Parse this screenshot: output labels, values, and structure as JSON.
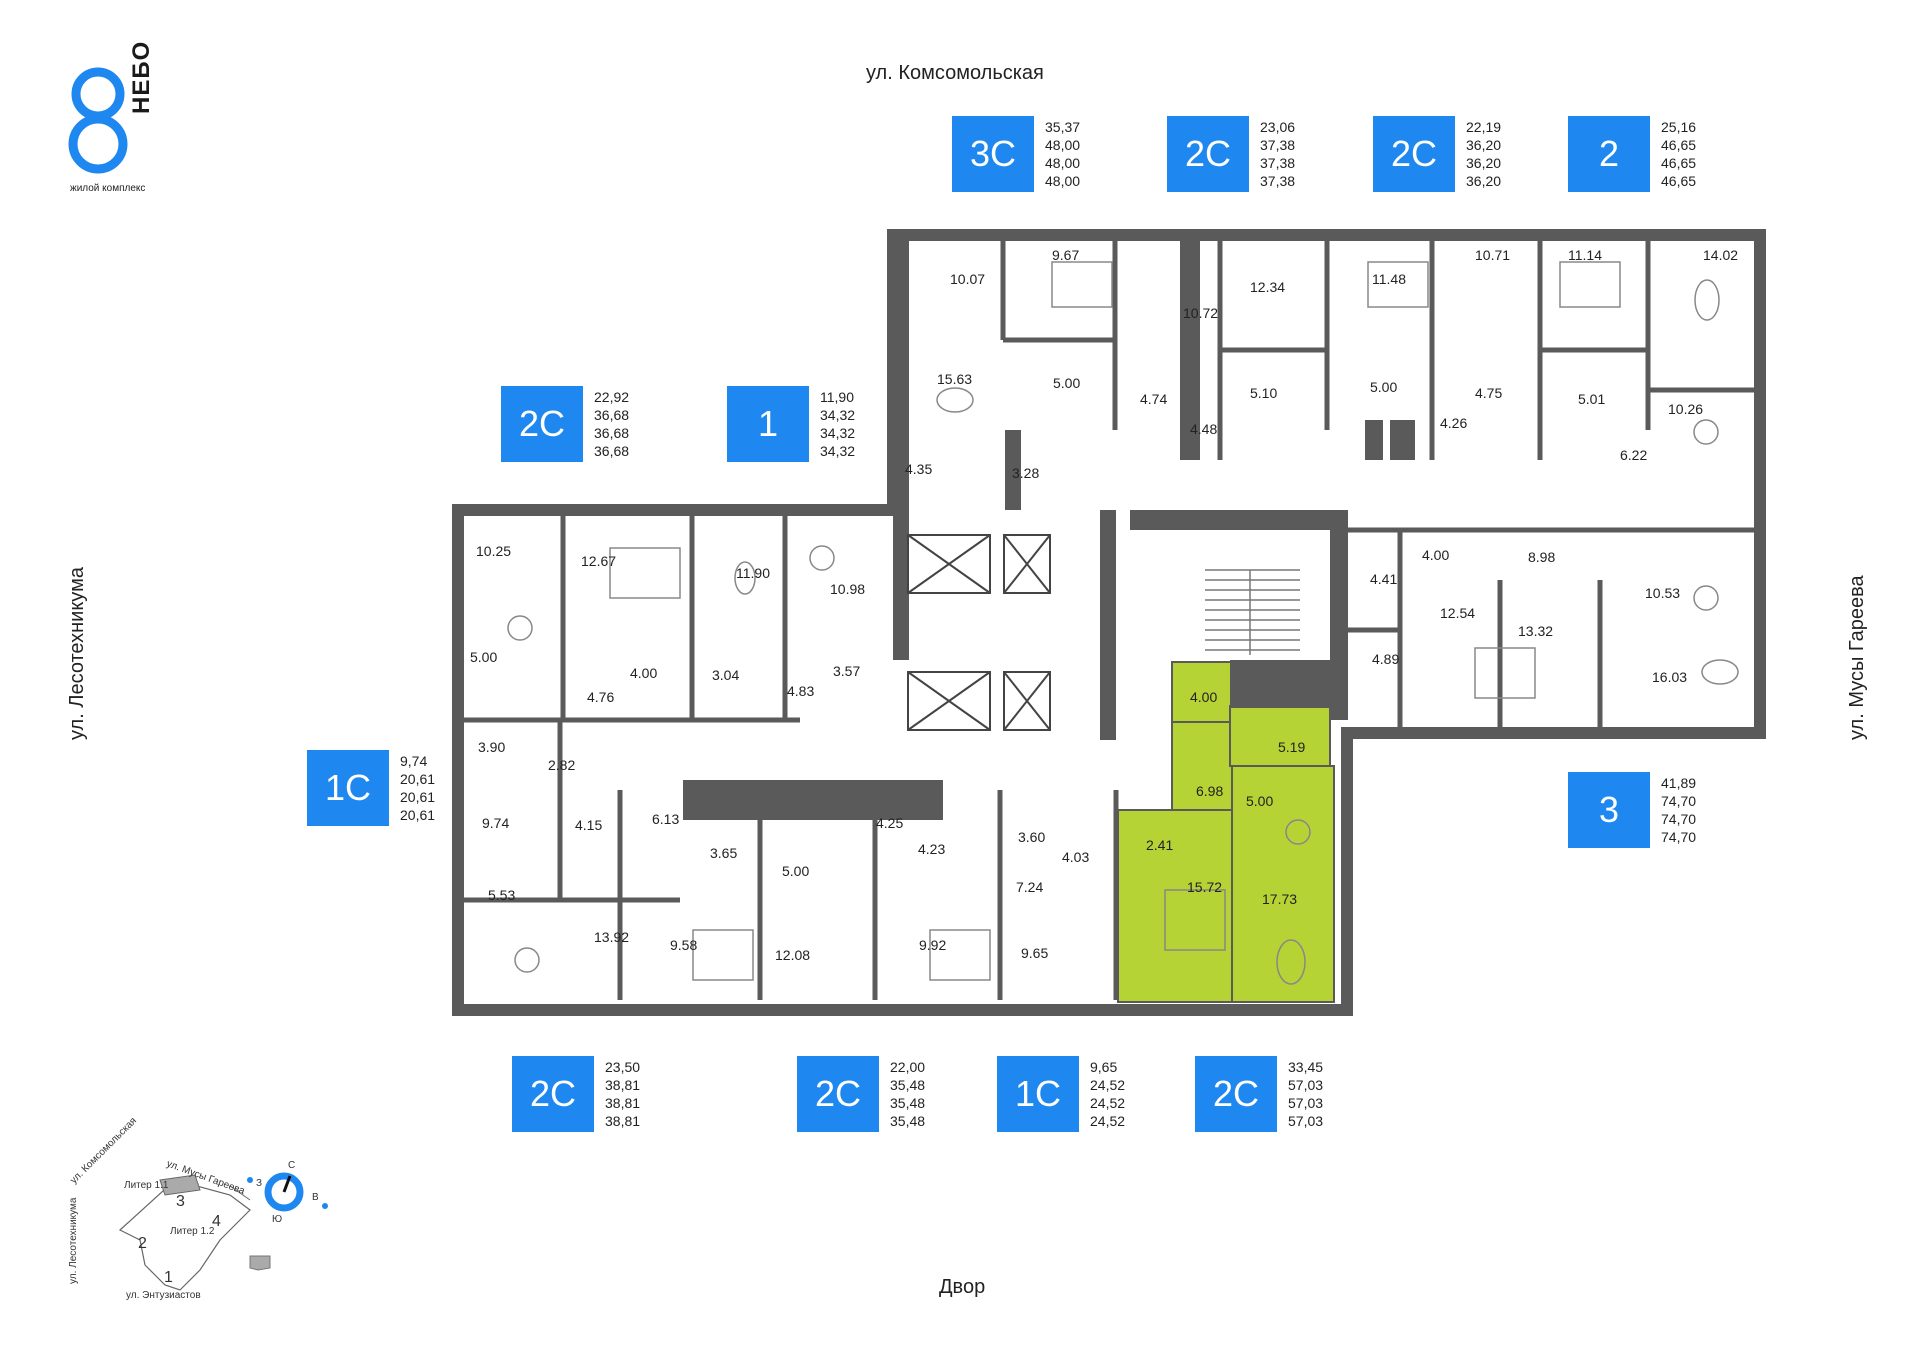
{
  "logo": {
    "numeral": "8",
    "brand": "НЕБО",
    "caption": "жилой комплекс",
    "accent_color": "#1e88f0"
  },
  "streets": {
    "top": "ул. Комсомольская",
    "left": "ул. Лесотехникума",
    "right": "ул. Мусы Гареева",
    "bottom": "Двор"
  },
  "apartments": [
    {
      "type": "3С",
      "areas": [
        "35,37",
        "48,00",
        "48,00",
        "48,00"
      ]
    },
    {
      "type": "2С",
      "areas": [
        "23,06",
        "37,38",
        "37,38",
        "37,38"
      ]
    },
    {
      "type": "2С",
      "areas": [
        "22,19",
        "36,20",
        "36,20",
        "36,20"
      ]
    },
    {
      "type": "2",
      "areas": [
        "25,16",
        "46,65",
        "46,65",
        "46,65"
      ]
    },
    {
      "type": "2С",
      "areas": [
        "22,92",
        "36,68",
        "36,68",
        "36,68"
      ]
    },
    {
      "type": "1",
      "areas": [
        "11,90",
        "34,32",
        "34,32",
        "34,32"
      ]
    },
    {
      "type": "1С",
      "areas": [
        "9,74",
        "20,61",
        "20,61",
        "20,61"
      ]
    },
    {
      "type": "3",
      "areas": [
        "41,89",
        "74,70",
        "74,70",
        "74,70"
      ]
    },
    {
      "type": "2С",
      "areas": [
        "23,50",
        "38,81",
        "38,81",
        "38,81"
      ]
    },
    {
      "type": "2С",
      "areas": [
        "22,00",
        "35,48",
        "35,48",
        "35,48"
      ]
    },
    {
      "type": "1С",
      "areas": [
        "9,65",
        "24,52",
        "24,52",
        "24,52"
      ]
    },
    {
      "type": "2С",
      "areas": [
        "33,45",
        "57,03",
        "57,03",
        "57,03"
      ]
    }
  ],
  "rooms": [
    "10.07",
    "9.67",
    "10.72",
    "12.34",
    "11.48",
    "10.71",
    "11.14",
    "14.02",
    "15.63",
    "5.00",
    "4.74",
    "4.48",
    "5.10",
    "5.00",
    "4.75",
    "4.26",
    "5.01",
    "6.22",
    "10.26",
    "4.35",
    "3.28",
    "10.25",
    "12.67",
    "11.90",
    "10.98",
    "5.00",
    "4.00",
    "3.04",
    "4.76",
    "4.83",
    "3.57",
    "4.41",
    "4.00",
    "8.98",
    "12.54",
    "13.32",
    "10.53",
    "4.89",
    "16.03",
    "3.90",
    "2.82",
    "9.74",
    "4.15",
    "6.13",
    "3.65",
    "4.25",
    "4.23",
    "3.60",
    "4.03",
    "4.00",
    "5.19",
    "6.98",
    "5.00",
    "2.41",
    "15.72",
    "17.73",
    "5.00",
    "7.24",
    "5.53",
    "13.92",
    "9.58",
    "12.08",
    "9.92",
    "9.65"
  ],
  "highlight_color": "#b5d334",
  "minimap": {
    "streets": [
      "ул. Комсомольская",
      "ул. Мусы Гареева",
      "ул. Лесотехникума",
      "ул. Энтузиастов"
    ],
    "buildings": [
      "Литер 1.1",
      "Литер 1.2"
    ],
    "numbers": [
      "1",
      "2",
      "3",
      "4"
    ],
    "compass": [
      "С",
      "В",
      "Ю",
      "З"
    ]
  }
}
